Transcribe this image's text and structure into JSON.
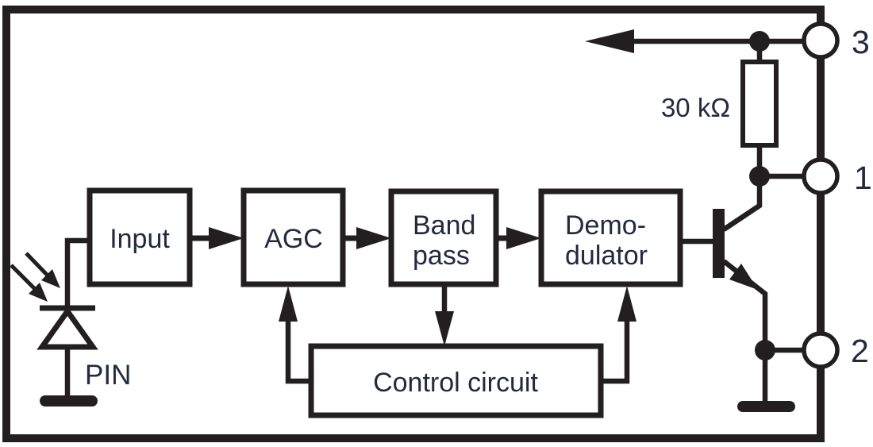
{
  "diagram": {
    "kind": "ir-receiver-block-diagram",
    "blocks": {
      "input": {
        "label": "Input"
      },
      "agc": {
        "label": "AGC"
      },
      "bandpass": {
        "line1": "Band",
        "line2": "pass"
      },
      "demodulator": {
        "line1": "Demo-",
        "line2": "dulator"
      },
      "control": {
        "label": "Control circuit"
      }
    },
    "components": {
      "photodiode": {
        "label": "PIN"
      },
      "resistor": {
        "label": "30 kΩ"
      }
    },
    "pins": {
      "pin3": {
        "number": "3"
      },
      "pin1": {
        "number": "1"
      },
      "pin2": {
        "number": "2"
      }
    },
    "colors": {
      "line": "#231f20",
      "text": "#222a40",
      "background": "#ffffff"
    }
  }
}
